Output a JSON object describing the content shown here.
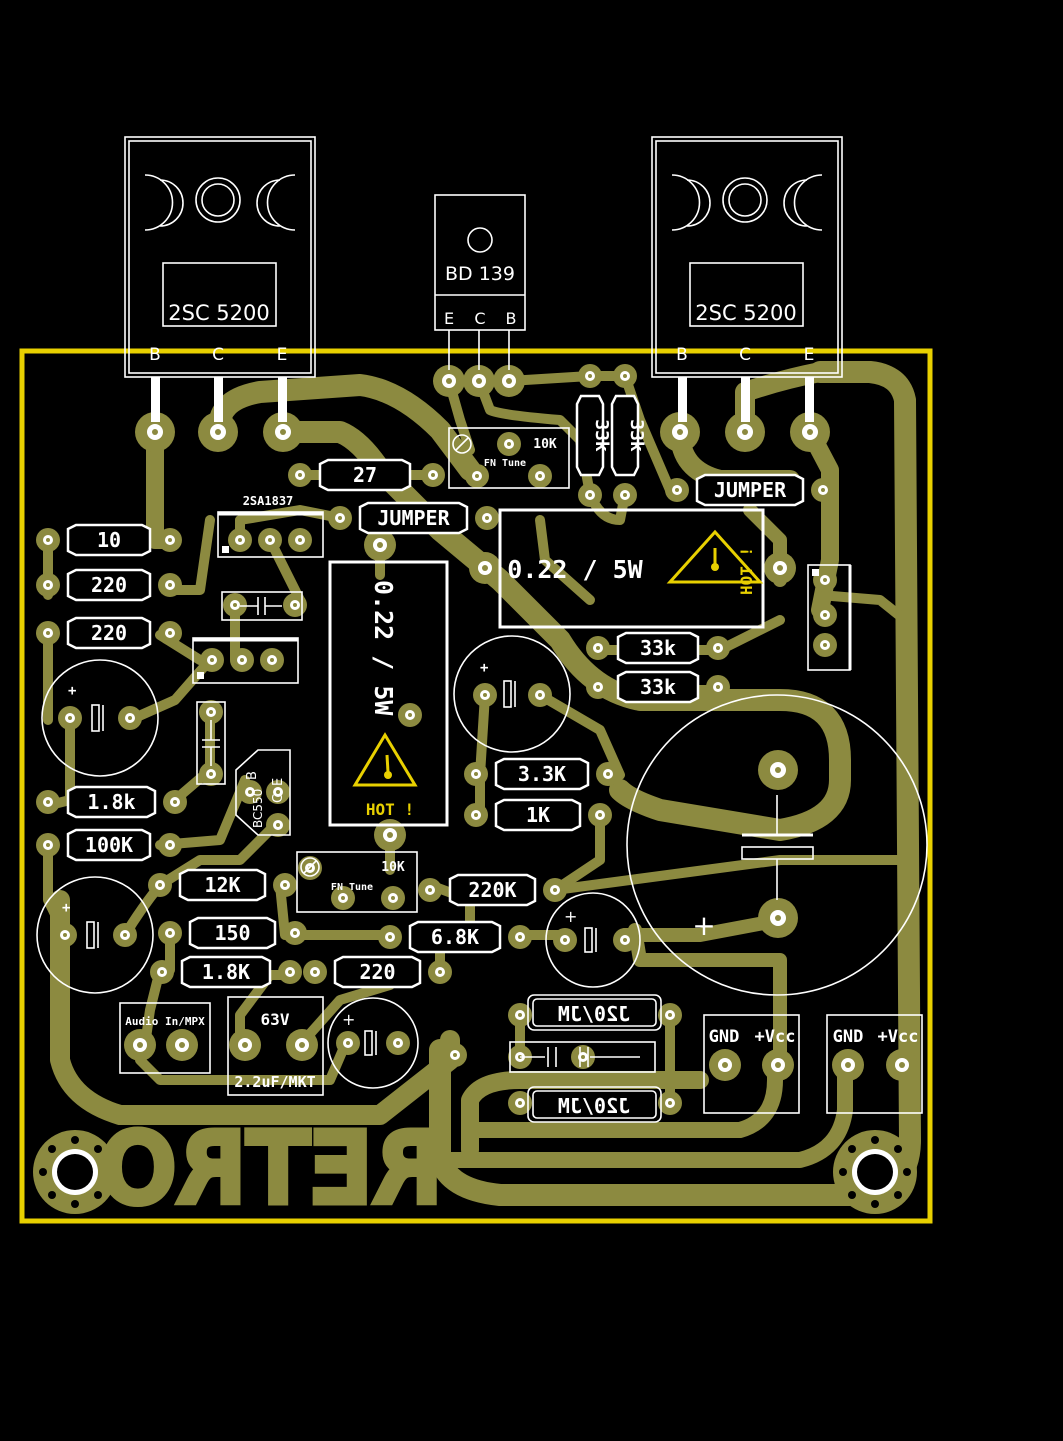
{
  "colors": {
    "background": "#000000",
    "copper": "#8c8a40",
    "silkscreen": "#ffffff",
    "outline": "#e8d000"
  },
  "transistors": {
    "q_left": {
      "part": "2SC 5200",
      "pins": [
        "B",
        "C",
        "E"
      ]
    },
    "q_right": {
      "part": "2SC 5200",
      "pins": [
        "B",
        "C",
        "E"
      ]
    },
    "q_driver": {
      "part": "BD 139",
      "pins": [
        "E",
        "C",
        "B"
      ]
    },
    "q_small": {
      "part": "2SA1837"
    },
    "q_bc": {
      "part": "BC550",
      "pins": [
        "B",
        "C",
        "E"
      ]
    }
  },
  "resistors": {
    "r27": "27",
    "r_jumper1": "JUMPER",
    "r_jumper2": "JUMPER",
    "r10": "10",
    "r220a": "220",
    "r220b": "220",
    "r33k_v1": "33k",
    "r33k_v2": "33k",
    "r33k_h1": "33k",
    "r33k_h2": "33k",
    "r3k3": "3.3K",
    "r1k": "1K",
    "r1k8a": "1.8k",
    "r100k": "100K",
    "r12k": "12K",
    "r220k": "220K",
    "r150": "150",
    "r6k8": "6.8K",
    "r1k8b": "1.8K",
    "r220c": "220"
  },
  "power_resistors": {
    "big_right": "0.22 / 5W",
    "big_left": "0.22 / 5W",
    "hot_right": "HOT !",
    "hot_left": "HOT !"
  },
  "trimmers": {
    "t1_value": "10K",
    "t1_label": "FN Tune",
    "t2_value": "10K",
    "t2_label": "FN Tune"
  },
  "caps": {
    "in_cap_voltage": "63V",
    "in_cap_type": "2.2uF/MKT",
    "fuse1": "J20/JM",
    "fuse2": "J20/JM",
    "big_plus": "+"
  },
  "connectors": {
    "audio_in": "Audio In/MPX",
    "pw1_gnd": "GND",
    "pw1_vcc": "+Vcc",
    "pw2_gnd": "GND",
    "pw2_vcc": "+Vcc"
  },
  "brand": "RETRO"
}
